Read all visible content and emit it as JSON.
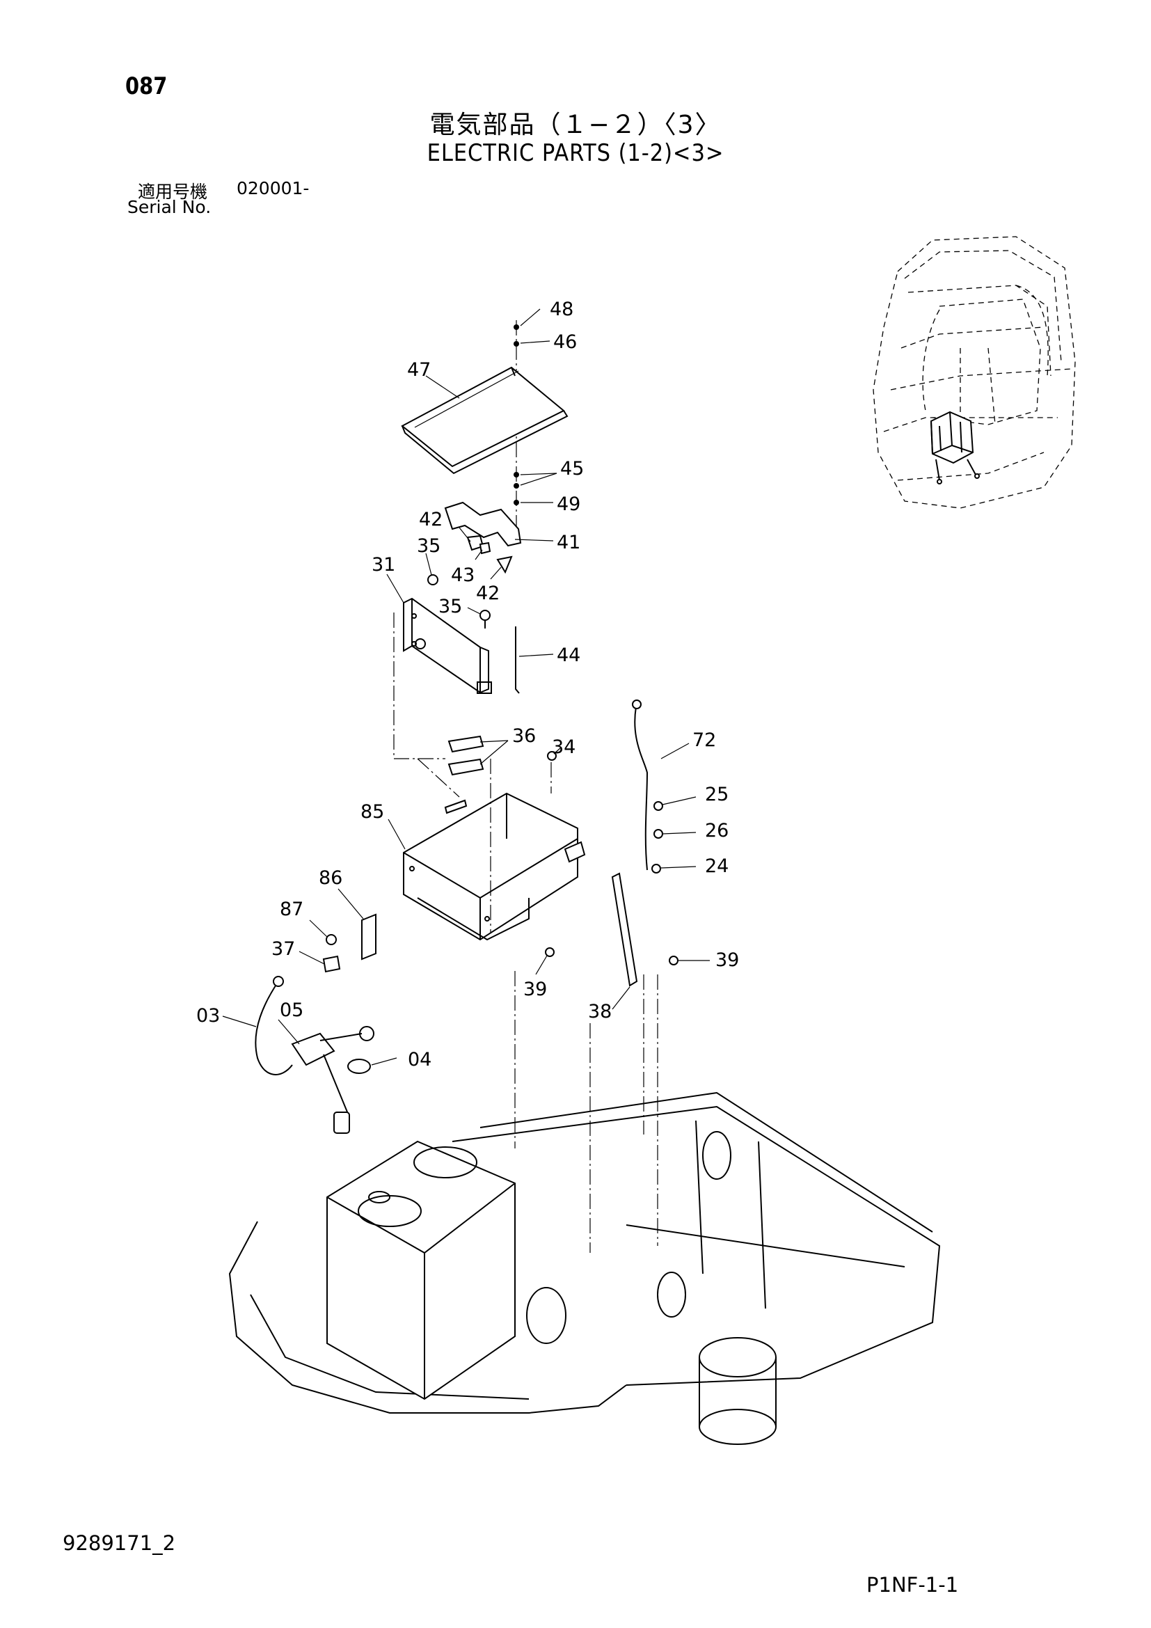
{
  "page_number": "087",
  "title_jp": "電気部品（１−２）〈3〉",
  "title_en": "ELECTRIC PARTS (1-2)<3>",
  "serial_label_jp": "適用号機",
  "serial_value": "020001-",
  "serial_label_en": "Serial No.",
  "document_code": "9289171_2",
  "page_code": "P1NF-1-1",
  "callouts": [
    "48",
    "46",
    "47",
    "45",
    "49",
    "42",
    "41",
    "35",
    "43",
    "42",
    "31",
    "35",
    "44",
    "72",
    "36",
    "34",
    "25",
    "85",
    "26",
    "24",
    "86",
    "87",
    "37",
    "39",
    "39",
    "38",
    "03",
    "05",
    "04"
  ]
}
